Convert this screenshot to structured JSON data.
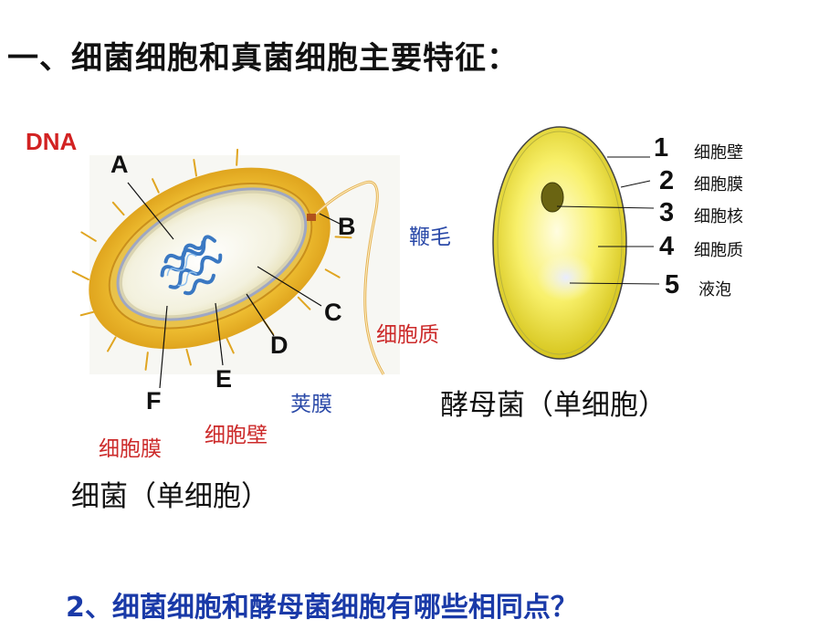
{
  "title": "一、细菌细胞和真菌细胞主要特征：",
  "question": "2、细菌细胞和酵母菌细胞有哪些相同点？",
  "bacterium": {
    "caption": "细菌（单细胞）",
    "dna_label": "DNA",
    "letters": {
      "A": "A",
      "B": "B",
      "C": "C",
      "D": "D",
      "E": "E",
      "F": "F"
    },
    "names": {
      "flagellum": "鞭毛",
      "cytoplasm": "细胞质",
      "capsule": "荚膜",
      "cell_wall": "细胞壁",
      "cell_membrane": "细胞膜"
    }
  },
  "yeast": {
    "caption": "酵母菌（单细胞）",
    "labels": [
      {
        "num": "1",
        "text": "细胞壁"
      },
      {
        "num": "2",
        "text": "细胞膜"
      },
      {
        "num": "3",
        "text": "细胞核"
      },
      {
        "num": "4",
        "text": "细胞质"
      },
      {
        "num": "5",
        "text": "液泡"
      }
    ]
  },
  "colors": {
    "red_label": "#cc2a2a",
    "blue_label": "#2a49a8",
    "question_text": "#1a3aa8",
    "dna_text": "#d22222"
  }
}
